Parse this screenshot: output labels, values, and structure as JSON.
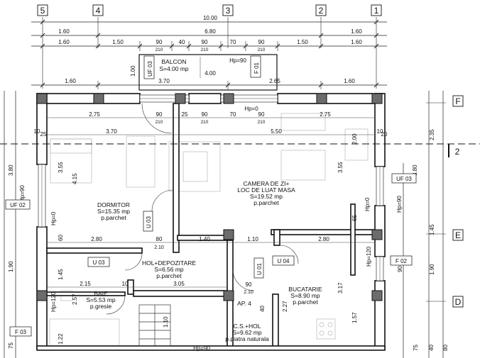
{
  "axes": {
    "top": [
      "5",
      "4",
      "3",
      "2",
      "1"
    ],
    "right": [
      "F",
      "2",
      "E",
      "D"
    ]
  },
  "dims_top": {
    "total": "10.00",
    "row2": [
      "1.60",
      "6.80",
      "1.60"
    ],
    "row3": [
      "1.60",
      "1.50",
      "90",
      "210",
      "40",
      "90",
      "210",
      "70",
      "90",
      "210",
      "1.50",
      "1.60"
    ],
    "row4": [
      "1.60",
      "3.70",
      "2.65",
      "1.60"
    ]
  },
  "balcony": {
    "label": "BALCON",
    "area": "S=4.00 mp",
    "hp": "Hp=90",
    "width": "4.00",
    "depth": "1.00",
    "uf03": "UF 03",
    "f01": "F 01"
  },
  "rooms": {
    "dormitor": {
      "name": "DORMITOR",
      "area": "S=15.35 mp",
      "floor": "p.parchet"
    },
    "camera": {
      "name1": "CAMERA DE ZI+",
      "name2": "LOC DE LUAT MASA",
      "area": "S=19.52 mp",
      "floor": "p.parchet"
    },
    "hol": {
      "name": "HOL+DEPOZITARE",
      "area": "S=6.56 mp",
      "floor": "p.parchet"
    },
    "baie": {
      "name": "BAIE",
      "area": "S=5.53 mp",
      "floor": "p.gresie"
    },
    "bucatarie": {
      "name": "BUCATARIE",
      "area": "S=8.90 mp",
      "floor": "p.parchet"
    },
    "cshol": {
      "name": "C.S.+HOL",
      "area": "S=9.62 mp",
      "floor": "p.piatra naturala"
    },
    "ap": {
      "name": "AP. 4"
    }
  },
  "tags": {
    "uf02": "UF 02",
    "uf03_right": "UF 03",
    "uf03_mid": "U 03",
    "u03_hol": "U 03",
    "u01": "U 01",
    "u04": "U 04",
    "f02": "F 02",
    "f03": "F 03"
  },
  "interior_dims": {
    "d275a": "2.75",
    "d90a": "90",
    "d210a": "210",
    "d25": "25",
    "d90b": "90",
    "d210b": "210",
    "d70": "70",
    "d90c": "90",
    "d210c": "210",
    "d275b": "2.75",
    "hp0": "Hp=0",
    "d370": "3.70",
    "d550": "5.50",
    "d10a": "10",
    "d25b": "25",
    "d10b": "10",
    "d20": "20",
    "d280a": "2.80",
    "d80": "80",
    "d210d": "2.10",
    "d140": "1.40",
    "d110": "1.10",
    "d280b": "2.80",
    "d215": "2.15",
    "d305": "3.05",
    "d10c": "10",
    "d90d": "90",
    "d210e": "2.10",
    "d355a": "3.55",
    "d415": "4.15",
    "d355b": "3.55",
    "d200": "2.00",
    "d145a": "1.45",
    "d145b": "1.45",
    "d380a": "3.80",
    "d380b": "3.80",
    "d235": "2.35",
    "d190a": "1.90",
    "d190b": "1.90",
    "hp90a": "Hp=90",
    "hp0a": "Hp=0",
    "hp90b": "Hp=90",
    "hp0b": "Hp=0",
    "hp120a": "Hp=120",
    "hp120b": "Hp=120",
    "d257": "2.57",
    "d227": "2.27",
    "d317": "3.17",
    "d157": "1.57",
    "d122": "1.22",
    "d110v": "1.10",
    "hp90c": "Hp=90",
    "d60": "60",
    "d65": "65",
    "d40": "40",
    "d75": "75",
    "d80b": "80",
    "d90e": "90",
    "d40b": "40"
  }
}
